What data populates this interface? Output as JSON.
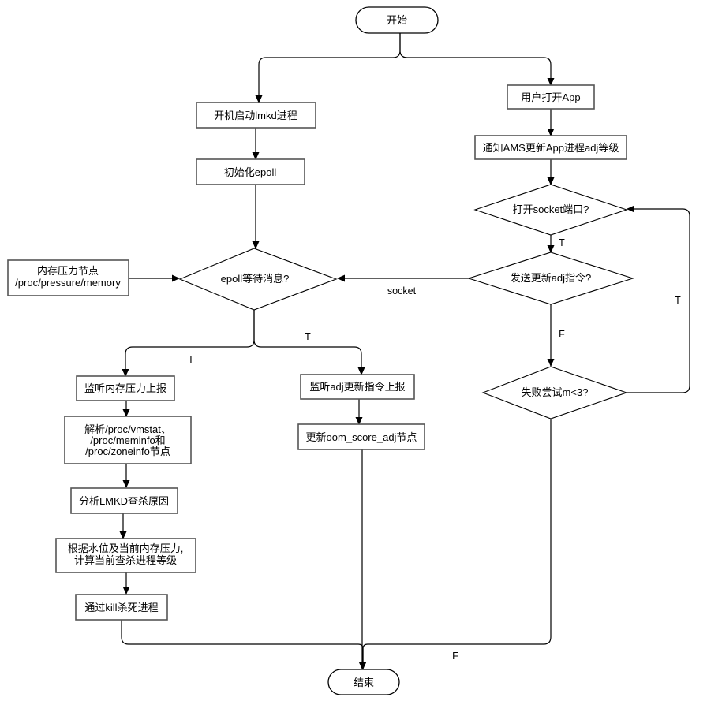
{
  "nodes": {
    "start": "开始",
    "user_open_app": "用户打开App",
    "notify_ams": "通知AMS更新App进程adj等级",
    "open_socket": "打开socket端口?",
    "send_adj_cmd": "发送更新adj指令?",
    "fail_retry": "失败尝试m<3?",
    "boot_lmkd": "开机启动lmkd进程",
    "init_epoll": "初始化epoll",
    "epoll_wait": "epoll等待消息?",
    "mem_pressure_node_line1": "内存压力节点",
    "mem_pressure_node_line2": "/proc/pressure/memory",
    "listen_pressure": "监听内存压力上报",
    "parse_line1": "解析/proc/vmstat、",
    "parse_line2": "/proc/meminfo和",
    "parse_line3": "/proc/zoneinfo节点",
    "analyze_reason": "分析LMKD查杀原因",
    "compute_line1": "根据水位及当前内存压力,",
    "compute_line2": "计算当前查杀进程等级",
    "kill_process": "通过kill杀死进程",
    "listen_adj": "监听adj更新指令上报",
    "update_oom": "更新oom_score_adj节点",
    "end": "结束"
  },
  "edge_labels": {
    "socket_label": "socket",
    "t_open_socket": "T",
    "f_send_adj": "F",
    "t_retry": "T",
    "t_epoll_right": "T",
    "t_epoll_left": "T",
    "f_retry": "F"
  }
}
